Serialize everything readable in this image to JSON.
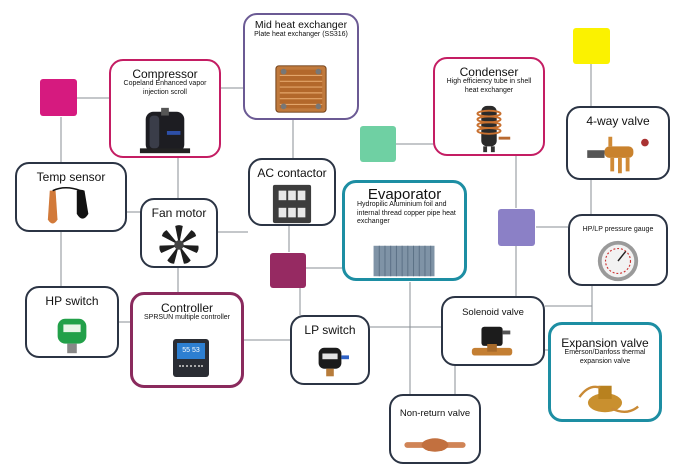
{
  "diagram": {
    "nodes": {
      "mid_heat_exchanger": {
        "title": "Mid heat exchanger",
        "subtitle": "Plate heat exchanger (SS316)"
      },
      "compressor": {
        "title": "Compressor",
        "subtitle": "Copeland Enhanced vapor injection scroll"
      },
      "condenser": {
        "title": "Condenser",
        "subtitle": "High efficiency tube in shell heat exchanger"
      },
      "four_way_valve": {
        "title": "4-way  valve"
      },
      "temp_sensor": {
        "title": "Temp sensor"
      },
      "fan_motor": {
        "title": "Fan motor"
      },
      "ac_contactor": {
        "title": "AC contactor"
      },
      "evaporator": {
        "title": "Evaporator",
        "subtitle": "Hydropilic Aluminium foil and internal thread copper pipe heat exchanger"
      },
      "hp_lp_gauge": {
        "title": "HP/LP  pressure gauge"
      },
      "hp_switch": {
        "title": "HP switch"
      },
      "controller": {
        "title": "Controller",
        "subtitle": "SPRSUN multiple controller"
      },
      "lp_switch": {
        "title": "LP switch"
      },
      "solenoid_valve": {
        "title": "Solenoid  valve"
      },
      "expansion_valve": {
        "title": "Expansion valve",
        "subtitle": "Emerson/Danfoss thermal expansion valve"
      },
      "non_return_valve": {
        "title": "Non-return valve"
      }
    },
    "display_readout": "55 53",
    "colors": {
      "connector": "#8a8f96",
      "accent_pink": "#c41d63",
      "accent_purple": "#6b5a94",
      "accent_teal": "#1d8ea3",
      "accent_plum": "#8a2a5d",
      "square_magenta": "#d61a7f",
      "square_yellow": "#fbf200",
      "square_mint": "#6fd0a3",
      "square_lavender": "#8b80c6",
      "square_plum": "#962a62"
    }
  }
}
